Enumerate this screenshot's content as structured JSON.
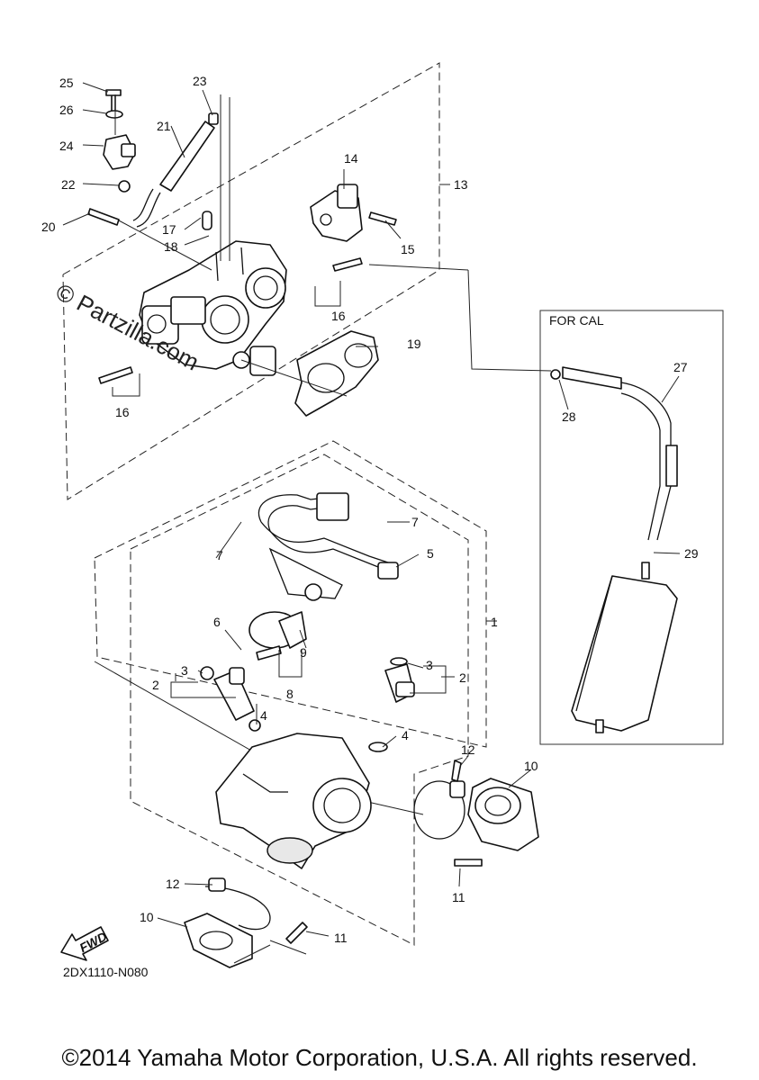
{
  "callouts": [
    "1",
    "2",
    "3",
    "4",
    "5",
    "6",
    "7",
    "8",
    "9",
    "10",
    "11",
    "12",
    "13",
    "14",
    "15",
    "16",
    "17",
    "18",
    "19",
    "20",
    "21",
    "22",
    "23",
    "24",
    "25",
    "26",
    "27",
    "28",
    "29"
  ],
  "inset_title": "FOR CAL",
  "watermark": "© Partzilla.com",
  "fwd_label": "FWD",
  "diagram_code": "2DX1110-N080",
  "copyright": "©2014 Yamaha Motor Corporation, U.S.A. All rights reserved."
}
